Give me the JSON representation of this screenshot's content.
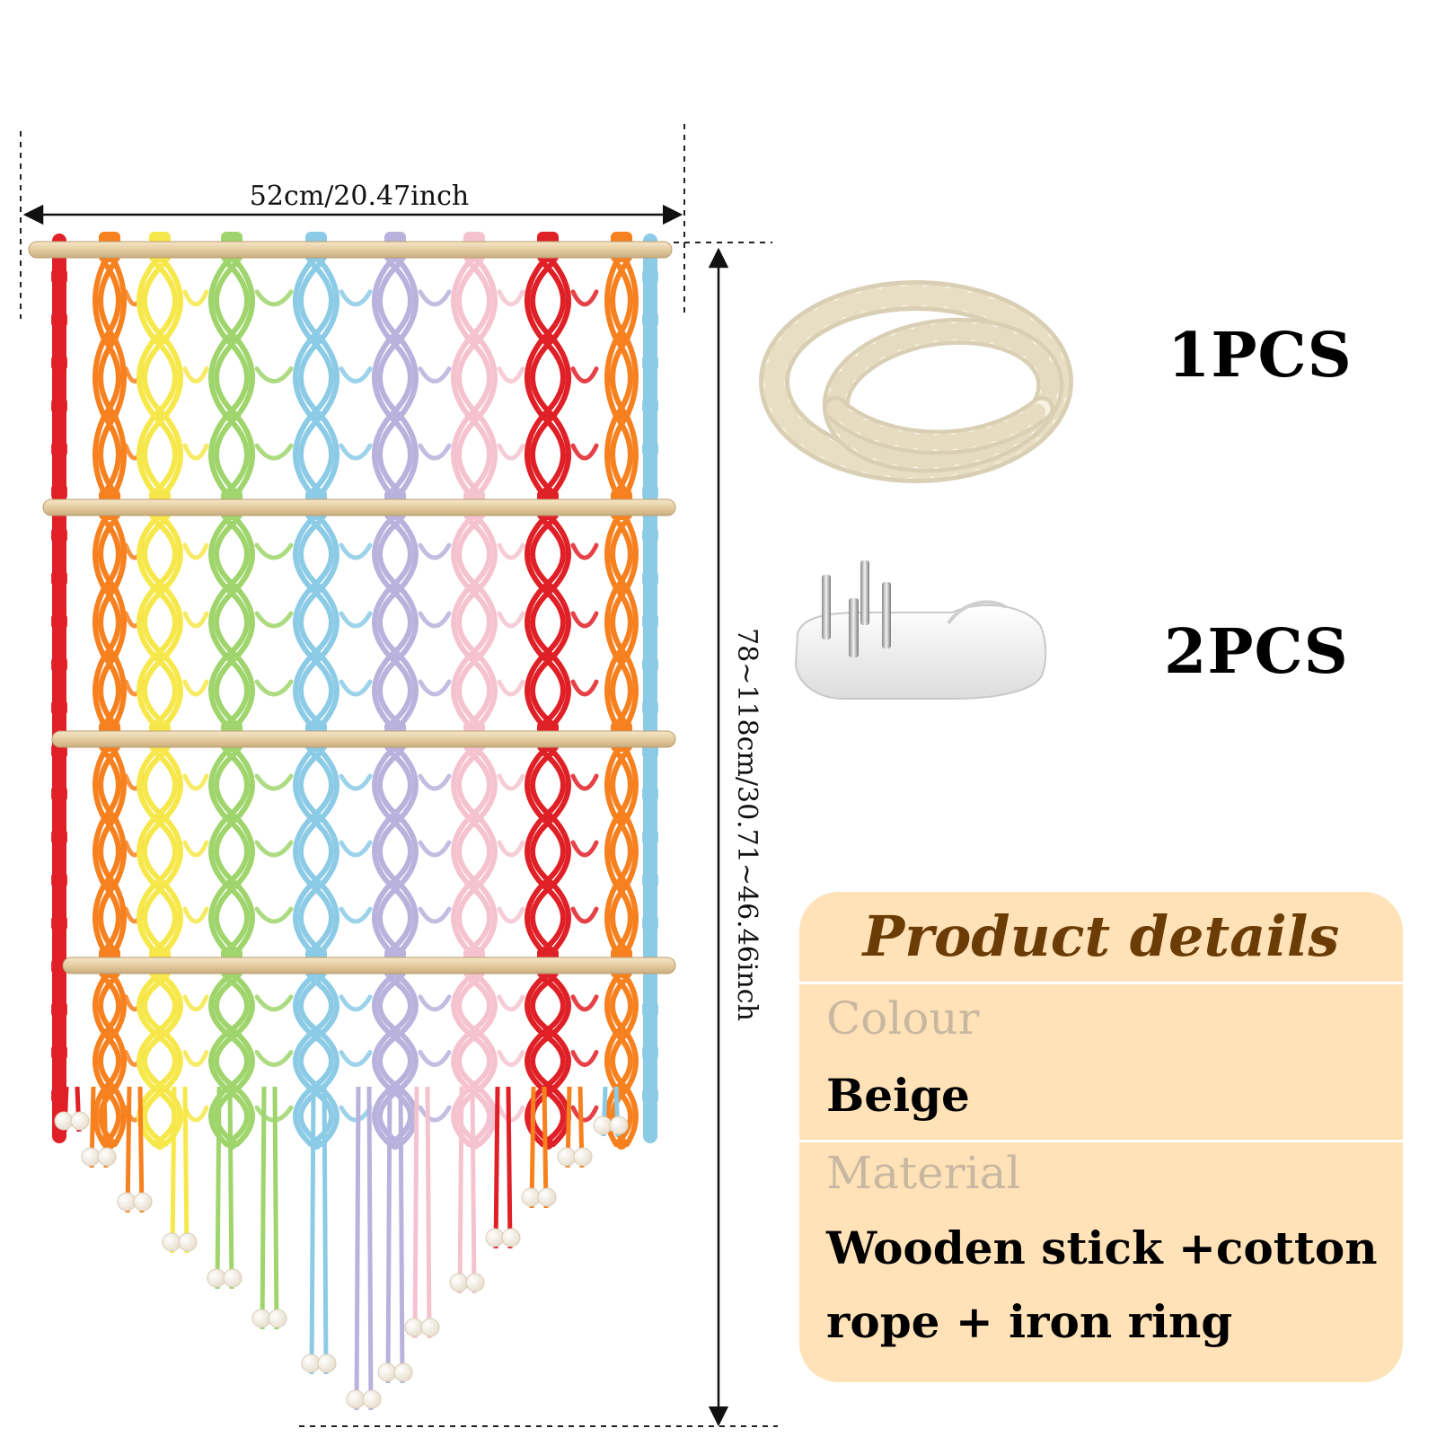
{
  "dimensions": {
    "width_label": "52cm/20.47inch",
    "height_label": "78~118cm/30.71~46.46inch"
  },
  "accessories": [
    {
      "name": "cotton rope coil",
      "quantity": "1PCS"
    },
    {
      "name": "wall hook",
      "quantity": "2PCS"
    }
  ],
  "details": {
    "title": "Product details",
    "colour_label": "Colour",
    "colour_value": "Beige",
    "material_label": "Material",
    "material_value": "Wooden stick +cotton rope + iron ring"
  },
  "colors": {
    "panel": "#ffe2b7",
    "title": "#6b3c06",
    "label": "#c9b8a1",
    "rope_palette": [
      "#e02027",
      "#f7801f",
      "#f6e84a",
      "#9fd56c",
      "#8ccbe6",
      "#b9b2dc",
      "#f5c3d0",
      "#e02027",
      "#f7801f",
      "#8ccbe6"
    ]
  }
}
